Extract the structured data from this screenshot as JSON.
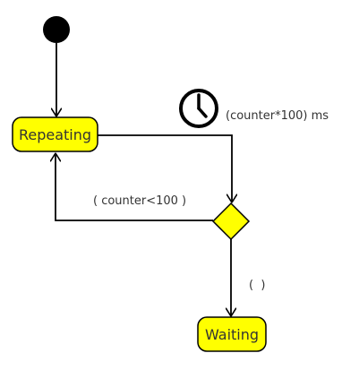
{
  "diagram": {
    "type": "uml-state-machine",
    "states": [
      {
        "id": "repeating",
        "label": "Repeating",
        "fill": "#ffff00"
      },
      {
        "id": "waiting",
        "label": "Waiting",
        "fill": "#ffff00"
      }
    ],
    "decision": {
      "fill": "#ffff00"
    },
    "timer": {
      "label": "(counter*100) ms",
      "icon": "clock-icon"
    },
    "guards": {
      "loop": "( counter<100 )",
      "exit": "(  )"
    },
    "colors": {
      "state_fill": "#ffff00",
      "stroke": "#000000",
      "text": "#333333"
    }
  }
}
